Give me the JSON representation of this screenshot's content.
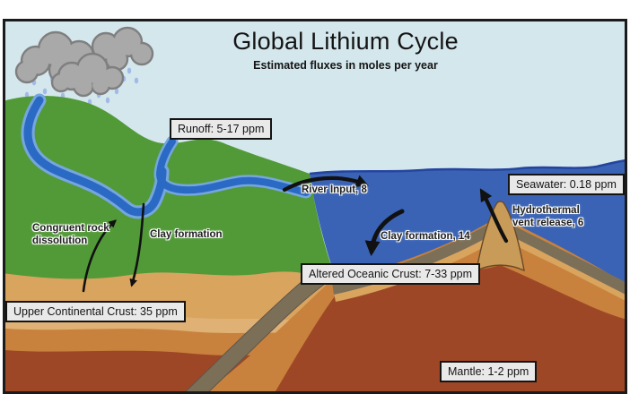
{
  "title": "Global Lithium Cycle",
  "subtitle": "Estimated fluxes in moles per year",
  "reservoirs": {
    "runoff": "Runoff: 5-17 ppm",
    "seawater": "Seawater: 0.18 ppm",
    "altered_oceanic_crust": "Altered Oceanic Crust: 7-33 ppm",
    "upper_continental_crust": "Upper Continental Crust: 35 ppm",
    "mantle": "Mantle: 1-2 ppm"
  },
  "fluxes": {
    "river_input": "River Input, 8",
    "clay_formation_ocean": "Clay formation, 14",
    "hydrothermal": "Hydrothermal vent release, 6",
    "congruent_dissolution": "Congruent rock dissolution",
    "clay_formation_land": "Clay formation"
  },
  "colors": {
    "sky": "#d4e7ed",
    "ocean": "#3a63b5",
    "ocean_surface_line": "#24459e",
    "land_green": "#519a37",
    "river": "#2b6ac4",
    "river_edge": "#76a6dd",
    "upper_crust_tan": "#d9a45e",
    "crust_light_band": "#dfb175",
    "crust_orange": "#c8823d",
    "mantle_brown": "#9e4726",
    "oceanic_slab_gray": "#7b6f58",
    "ridge_tan": "#c99b58",
    "cloud_gray": "#a9a9a9",
    "cloud_outline": "#7f7f7f",
    "rain_blue": "#a3b9e6",
    "label_bg": "#e9e9e9",
    "label_border": "#141414"
  }
}
